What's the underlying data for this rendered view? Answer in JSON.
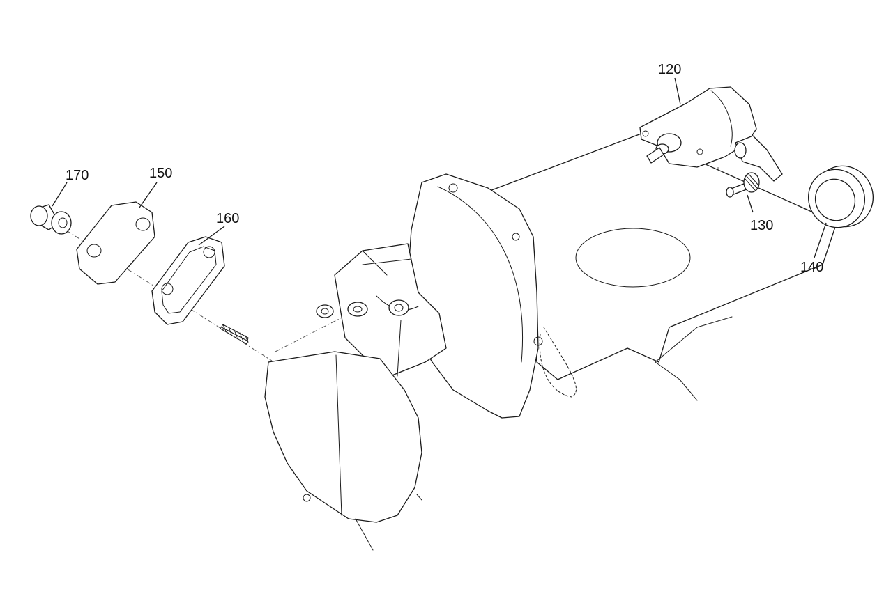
{
  "callouts": {
    "p120": "120",
    "p130": "130",
    "p140": "140",
    "p150": "150",
    "p160": "160",
    "p170": "170"
  }
}
